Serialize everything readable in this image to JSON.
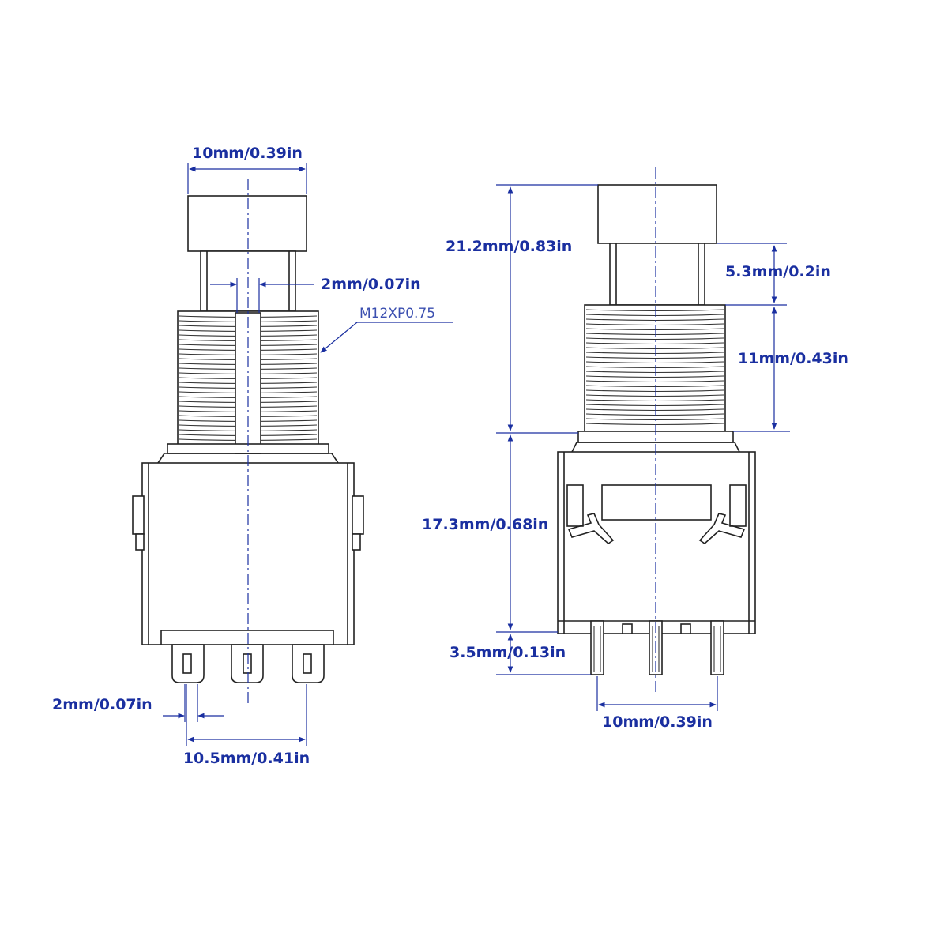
{
  "colors": {
    "dimension": "#1a2fa0",
    "outline": "#222222",
    "callout": "#3b4fb0"
  },
  "left_view": {
    "cap_width": "10mm/0.39in",
    "slot_width": "2mm/0.07in",
    "thread_callout": "M12XP0.75",
    "pin_width": "2mm/0.07in",
    "pin_span": "10.5mm/0.41in"
  },
  "right_view": {
    "total_height": "21.2mm/0.83in",
    "plunger_height": "5.3mm/0.2in",
    "thread_height": "11mm/0.43in",
    "body_height": "17.3mm/0.68in",
    "pin_length": "3.5mm/0.13in",
    "pin_pitch": "10mm/0.39in"
  }
}
